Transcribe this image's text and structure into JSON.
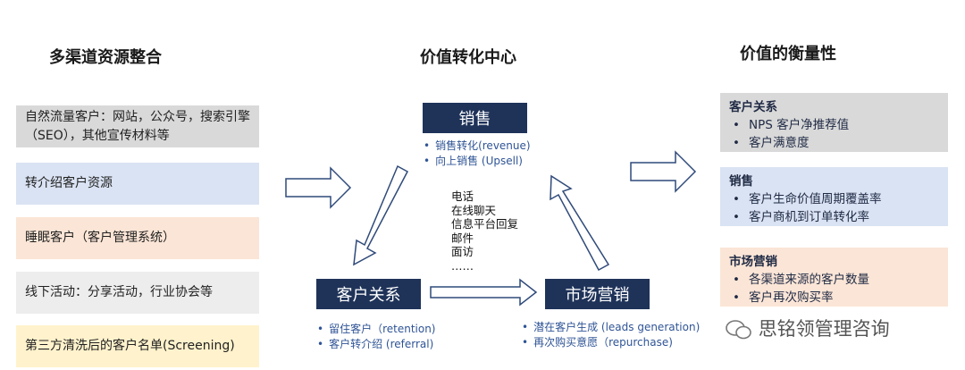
{
  "headings": {
    "left": "多渠道资源整合",
    "center": "价值转化中心",
    "right": "价值的衡量性"
  },
  "sources": [
    "自然流量客户：网站，公众号，搜索引擎（SEO），其他宣传材料等",
    "转介绍客户资源",
    "睡眠客户（客户管理系统）",
    "线下活动：分享活动，行业协会等",
    "第三方清洗后的客户名单(Screening)"
  ],
  "source_colors": [
    "#d9d9d9",
    "#dae3f3",
    "#fbe5d6",
    "#ededed",
    "#fff2cc"
  ],
  "nodes": {
    "sales": {
      "label": "销售",
      "bullets": [
        "销售转化(revenue)",
        "向上销售 (Upsell)"
      ]
    },
    "crm": {
      "label": "客户关系",
      "bullets": [
        "留住客户（retention)",
        "客户转介绍 (referral)"
      ]
    },
    "marketing": {
      "label": "市场营销",
      "bullets": [
        "潜在客户生成 (leads generation)",
        "再次购买意愿（repurchase)"
      ]
    }
  },
  "channels": [
    "电话",
    "在线聊天",
    "信息平台回复",
    "邮件",
    "面访",
    "……"
  ],
  "measures": [
    {
      "title": "客户关系",
      "items": [
        "NPS 客户净推荐值",
        "客户满意度"
      ],
      "color": "#d9d9d9"
    },
    {
      "title": "销售",
      "items": [
        "客户生命价值周期覆盖率",
        "客户商机到订单转化率"
      ],
      "color": "#dae3f3"
    },
    {
      "title": "市场营销",
      "items": [
        "各渠道来源的客户数量",
        "客户再次购买率"
      ],
      "color": "#fbe5d6"
    }
  ],
  "watermark": "思铭领管理咨询"
}
